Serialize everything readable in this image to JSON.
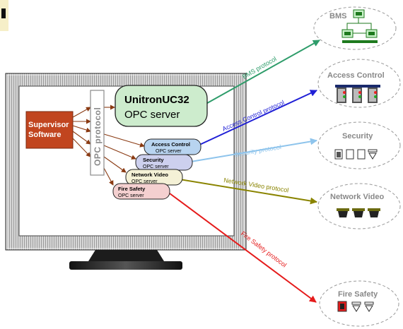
{
  "colors": {
    "bms": "#2e9c6a",
    "access_control": "#1f1fd6",
    "security": "#8ec4ec",
    "network_video": "#8a8400",
    "fire_safety": "#e51b1b",
    "supervisor_fill": "#c1451f",
    "unitron_fill": "#cdeccd",
    "access_fill": "#b8d4f0",
    "security_fill": "#cdd0ee",
    "video_fill": "#f4f1d6",
    "fire_fill": "#f4d0d0",
    "monitor_dark": "#1a1a1a"
  },
  "supervisor": {
    "line1": "Supervisor",
    "line2": "Software"
  },
  "opc_protocol": "OPC protocol",
  "unitron": {
    "title": "UnitronUC32",
    "subtitle": "OPC server"
  },
  "servers": [
    {
      "id": "access",
      "name": "Access Control",
      "sub": "OPC server"
    },
    {
      "id": "security",
      "name": "Security",
      "sub": "OPC server"
    },
    {
      "id": "video",
      "name": "Network Video",
      "sub": "OPC server"
    },
    {
      "id": "fire",
      "name": "Fire Safety",
      "sub": "OPC server"
    }
  ],
  "protocols": {
    "bms": "BMS protocol",
    "access": "Access Control protocol",
    "security": "Security protocol",
    "video": "Network Video protocol",
    "fire": "Fire Safety protocol"
  },
  "clouds": {
    "bms": "BMS",
    "access": "Access Control",
    "security": "Security",
    "video": "Network Video",
    "fire": "Fire Safety"
  }
}
